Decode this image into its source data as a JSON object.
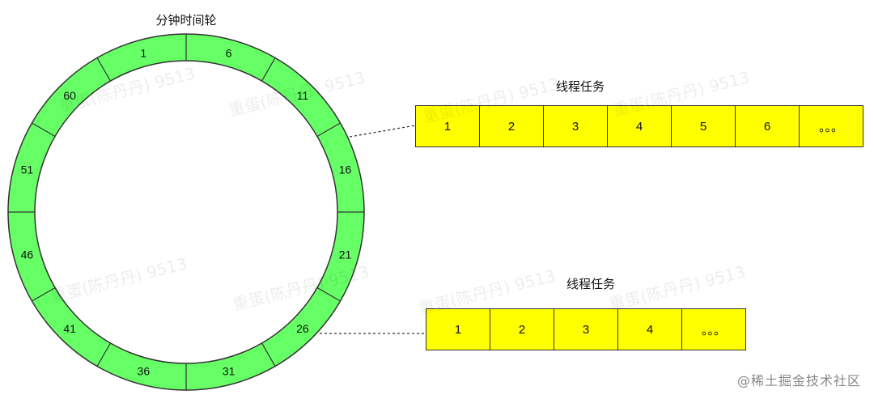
{
  "wheel": {
    "title": "分钟时间轮",
    "segment_count": 12,
    "segment_labels": [
      "1",
      "6",
      "11",
      "16",
      "21",
      "26",
      "31",
      "36",
      "41",
      "46",
      "51",
      "60"
    ],
    "fill_color": "#66ff66",
    "stroke_color": "#333333"
  },
  "task_lists": [
    {
      "title": "线程任务",
      "cells": [
        "1",
        "2",
        "3",
        "4",
        "5",
        "6",
        "。。。"
      ],
      "linked_segment": "16"
    },
    {
      "title": "线程任务",
      "cells": [
        "1",
        "2",
        "3",
        "4",
        "。。。"
      ],
      "linked_segment": "26"
    }
  ],
  "task_cell_color": "#ffff00",
  "watermark_text": "重蛋(陈丹丹) 9513",
  "brand_text": "@稀土掘金技术社区"
}
